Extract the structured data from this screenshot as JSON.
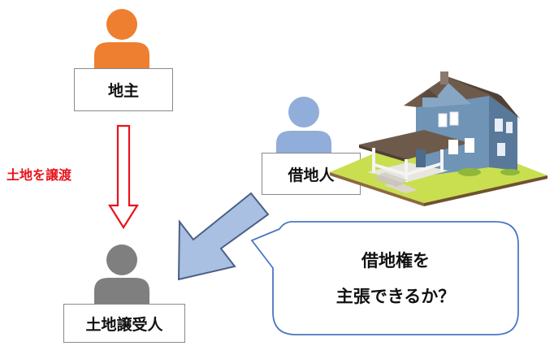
{
  "landowner": {
    "label": "地主",
    "color": "#ee7f30"
  },
  "tenant": {
    "label": "借地人",
    "color": "#91add9"
  },
  "transferee": {
    "label": "土地譲受人",
    "color": "#7f7f7f"
  },
  "transfer_arrow": {
    "label": "土地を譲渡",
    "color": "#e8131b"
  },
  "big_arrow": {
    "color": "#a9c0e3",
    "stroke": "#4a5f85"
  },
  "speech_bubble": {
    "line1": "借地権を",
    "line2": "主張できるか？",
    "border": "#4a76c4"
  },
  "house": {
    "icon": "house-icon"
  }
}
